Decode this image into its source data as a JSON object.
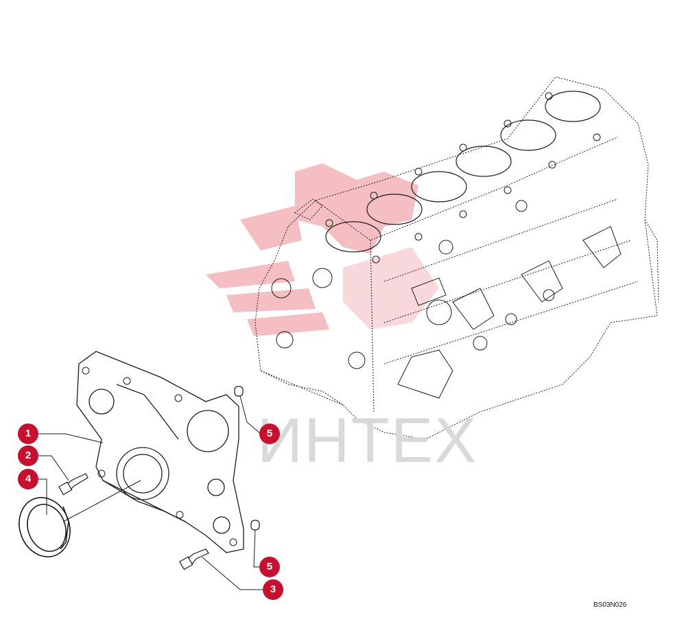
{
  "figure": {
    "code": "BS03N026",
    "watermark_text": "ИНТЕХ"
  },
  "callouts": [
    "1",
    "2",
    "4",
    "5",
    "5",
    "3"
  ],
  "colors": {
    "callout": "#c8102e",
    "watermark_logo": "#f3b3b8",
    "watermark_text": "#d9d9d9",
    "line_art": "#1a1a1a"
  }
}
